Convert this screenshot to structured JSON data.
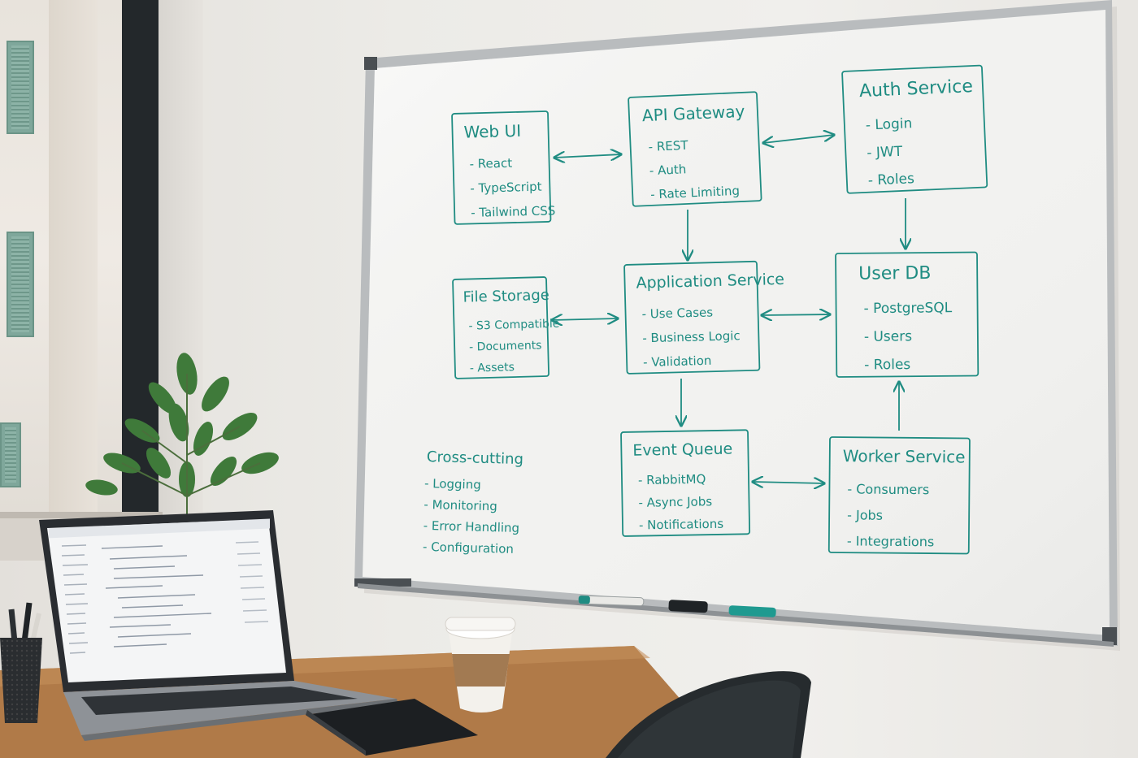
{
  "whiteboard": {
    "ink_color": "#1f8c82",
    "boxes": [
      {
        "id": "web-ui",
        "title": "Web UI",
        "items": [
          "- React",
          "- TypeScript",
          "- Tailwind CSS"
        ]
      },
      {
        "id": "api-gateway",
        "title": "API Gateway",
        "items": [
          "- REST",
          "- Auth",
          "- Rate Limiting"
        ]
      },
      {
        "id": "auth-service",
        "title": "Auth Service",
        "items": [
          "- Login",
          "- JWT",
          "- Roles"
        ]
      },
      {
        "id": "file-storage",
        "title": "File Storage",
        "items": [
          "- S3 Compatible",
          "- Documents",
          "- Assets"
        ]
      },
      {
        "id": "application-service",
        "title": "Application Service",
        "items": [
          "- Use Cases",
          "- Business Logic",
          "- Validation"
        ]
      },
      {
        "id": "user-db",
        "title": "User DB",
        "items": [
          "- PostgreSQL",
          "- Users",
          "- Roles"
        ]
      },
      {
        "id": "event-queue",
        "title": "Event Queue",
        "items": [
          "- RabbitMQ",
          "- Async Jobs",
          "- Notifications"
        ]
      },
      {
        "id": "worker-service",
        "title": "Worker Service",
        "items": [
          "- Consumers",
          "- Jobs",
          "- Integrations"
        ]
      }
    ],
    "cross_cutting": {
      "title": "Cross-cutting",
      "items": [
        "- Logging",
        "- Monitoring",
        "- Error Handling",
        "- Configuration"
      ]
    },
    "arrows": [
      {
        "from": "web-ui",
        "to": "api-gateway",
        "direction": "both"
      },
      {
        "from": "api-gateway",
        "to": "auth-service",
        "direction": "both"
      },
      {
        "from": "api-gateway",
        "to": "application-service",
        "direction": "down"
      },
      {
        "from": "auth-service",
        "to": "user-db",
        "direction": "down"
      },
      {
        "from": "file-storage",
        "to": "application-service",
        "direction": "both"
      },
      {
        "from": "application-service",
        "to": "user-db",
        "direction": "both"
      },
      {
        "from": "application-service",
        "to": "event-queue",
        "direction": "down"
      },
      {
        "from": "event-queue",
        "to": "worker-service",
        "direction": "both"
      },
      {
        "from": "worker-service",
        "to": "user-db",
        "direction": "up"
      }
    ]
  },
  "scene": {
    "objects": [
      "window-icon",
      "plant-icon",
      "whiteboard-icon",
      "laptop-icon",
      "coffee-cup-icon",
      "notebook-icon",
      "pen-cup-icon",
      "chair-icon",
      "marker-icon"
    ]
  }
}
